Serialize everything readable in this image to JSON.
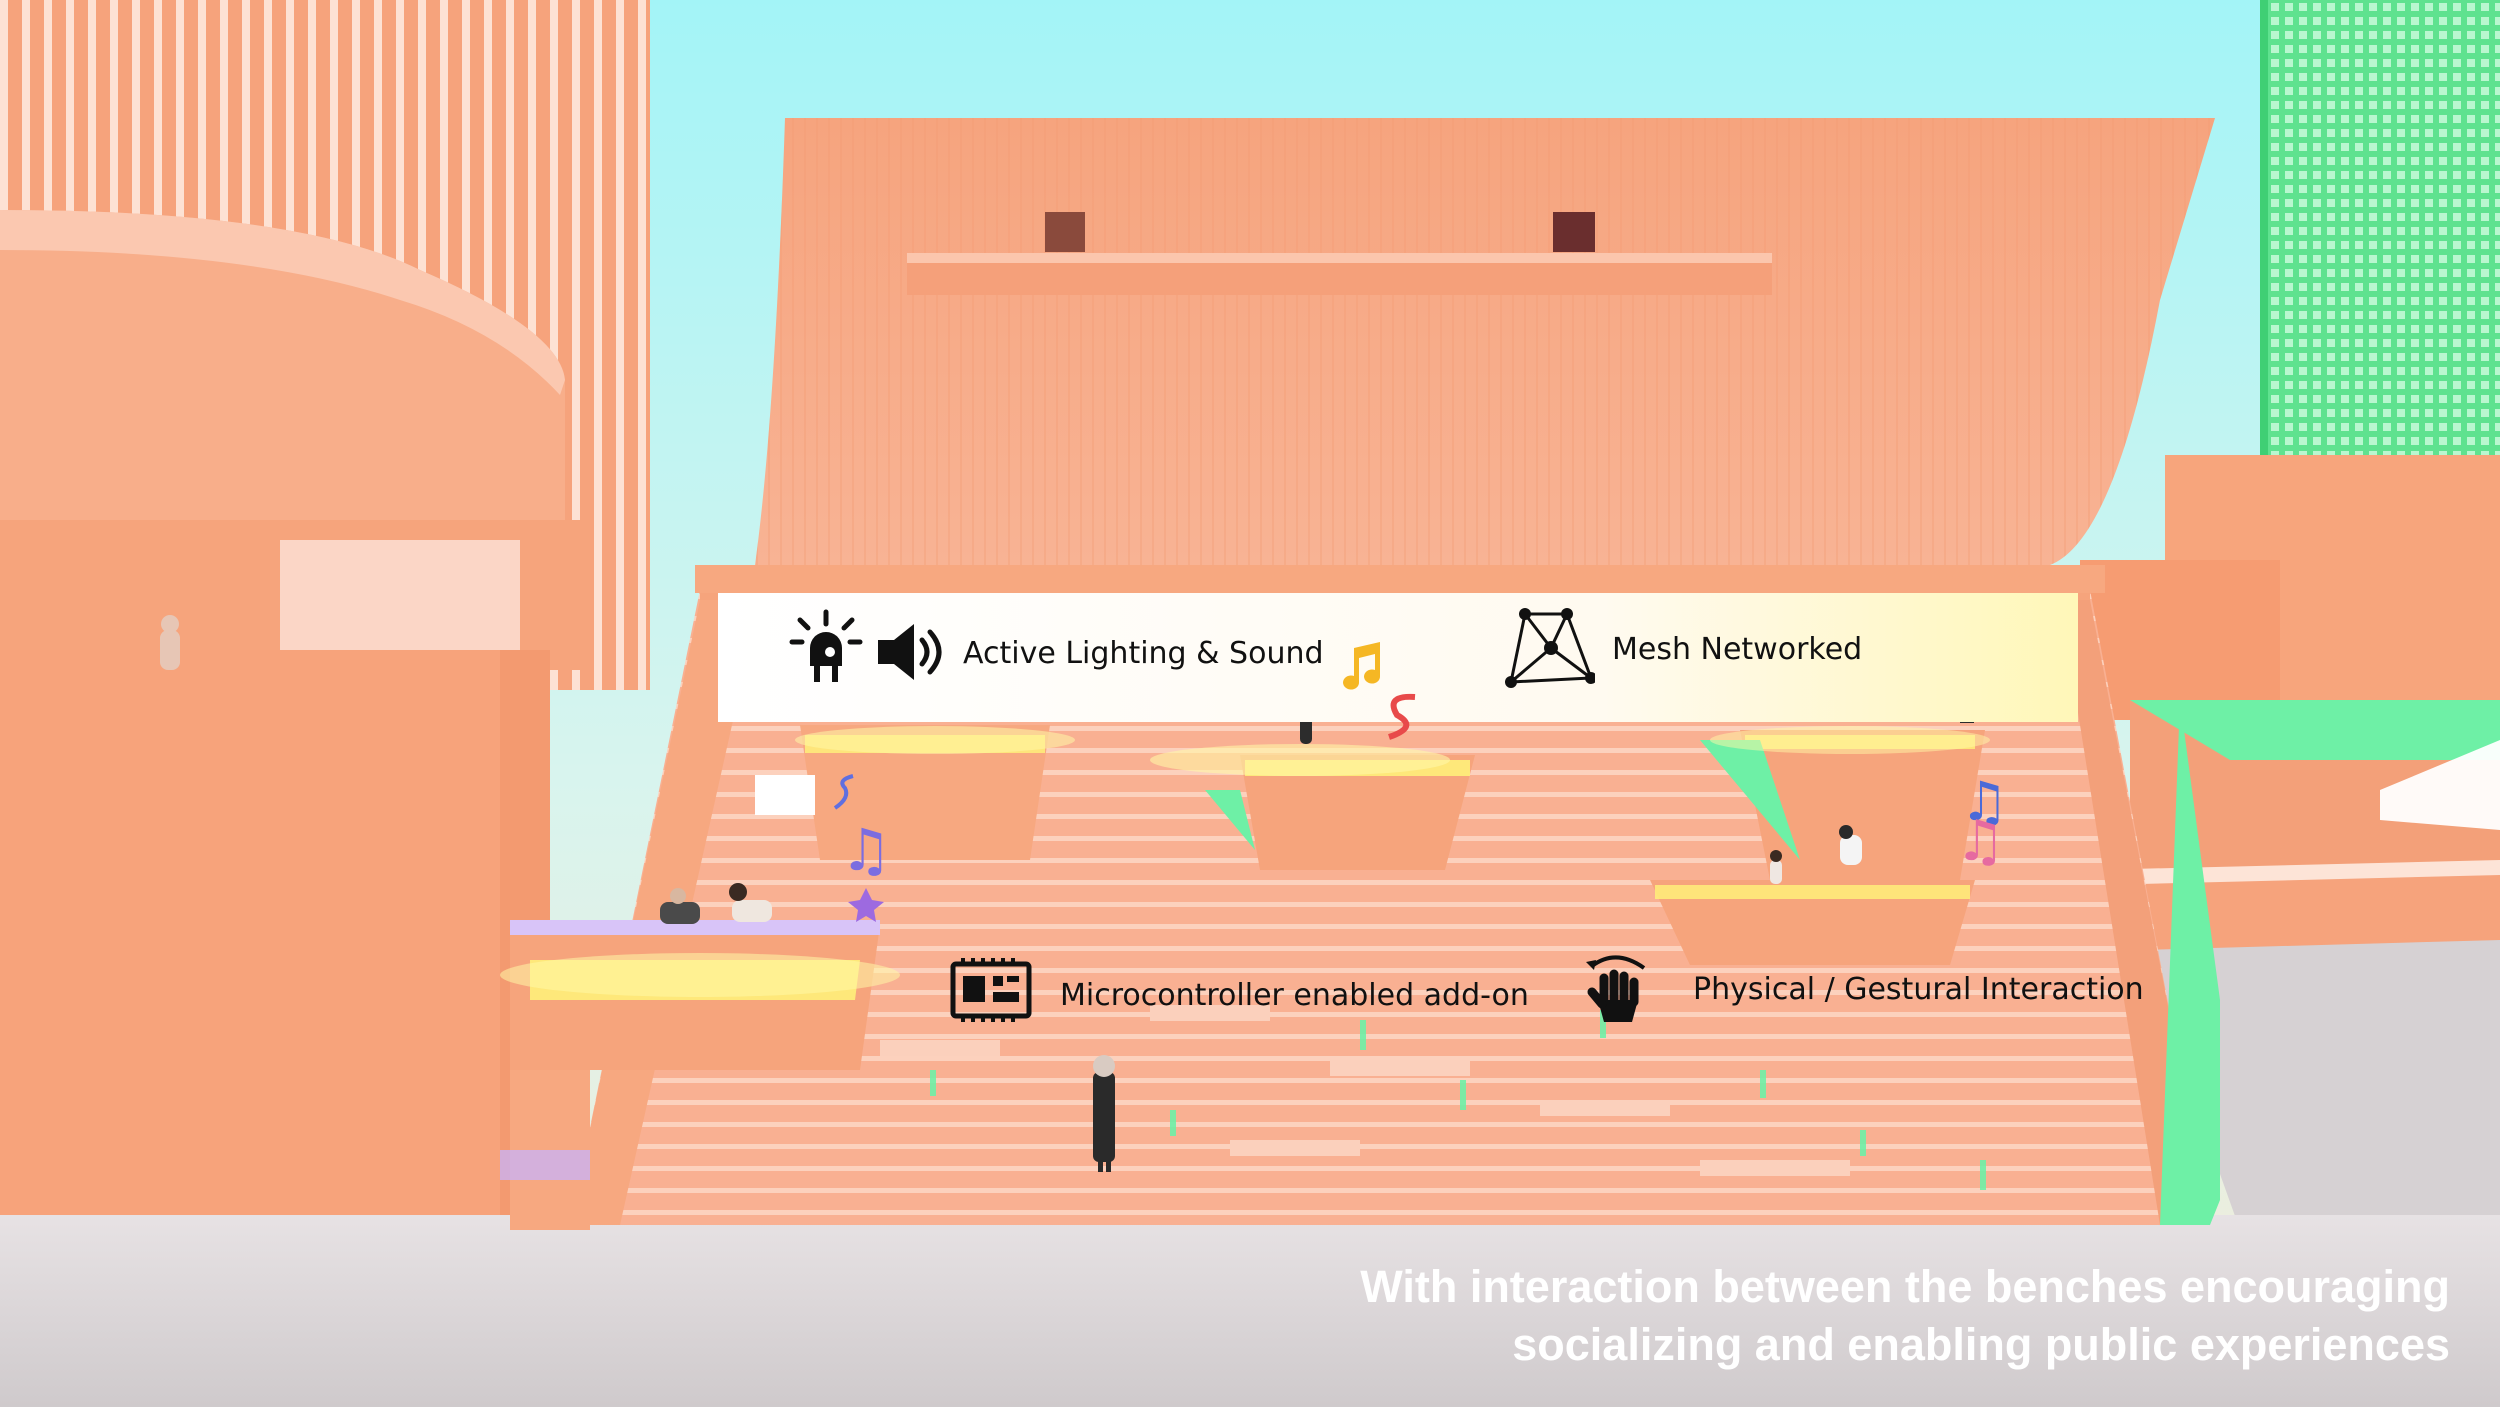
{
  "features": {
    "lighting_sound": "Active Lighting & Sound",
    "mesh": "Mesh Networked",
    "microcontroller": "Microcontroller enabled add-on",
    "gesture": "Physical / Gestural Interaction"
  },
  "caption": {
    "line1": "With interaction between the benches encouraging",
    "line2": "socializing and enabling public experiences"
  },
  "icons": [
    "lightbulb-icon",
    "speaker-icon",
    "music-note-icon",
    "mesh-network-icon",
    "microcontroller-icon",
    "gesture-hand-icon"
  ],
  "colors": {
    "sky_top": "#a3f4f7",
    "building": "#f7a57c",
    "accent_green": "#6ef0a6",
    "glow_yellow": "#fff07a"
  }
}
